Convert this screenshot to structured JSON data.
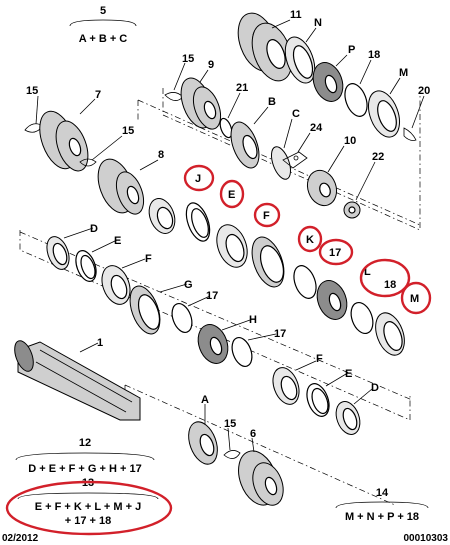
{
  "part_labels": {
    "p11": "11",
    "pN": "N",
    "pP": "P",
    "p18a": "18",
    "pM1": "M",
    "p20": "20",
    "p15a": "15",
    "p9": "9",
    "p21": "21",
    "pB": "B",
    "pC": "C",
    "p24": "24",
    "p10": "10",
    "p22": "22",
    "p15b": "15",
    "p7": "7",
    "p15c": "15",
    "p8": "8",
    "pJ": "J",
    "pE1": "E",
    "pF1": "F",
    "pK": "K",
    "p17a": "17",
    "pL": "L",
    "p18b": "18",
    "pM2": "M",
    "pD1": "D",
    "pE2": "E",
    "pF2": "F",
    "pG": "G",
    "p17b": "17",
    "pH": "H",
    "p17c": "17",
    "p1": "1",
    "pF3": "F",
    "pE3": "E",
    "pD2": "D",
    "pA": "A",
    "p15d": "15",
    "p6": "6"
  },
  "formulas": {
    "f5_num": "5",
    "f5_text": "A + B + C",
    "f12_num": "12",
    "f12_text": "D + E + F + G + H + 17",
    "f13_num": "13",
    "f13_line1": "E + F + K + L + M + J",
    "f13_line2": "+ 17 + 18",
    "f14_num": "14",
    "f14_text": "M + N + P + 18"
  },
  "footer": {
    "date": "02/2012",
    "ref": "00010303"
  },
  "colors": {
    "highlight": "#d2202a",
    "line": "#000000",
    "part_fill": "#cfcfcf"
  }
}
